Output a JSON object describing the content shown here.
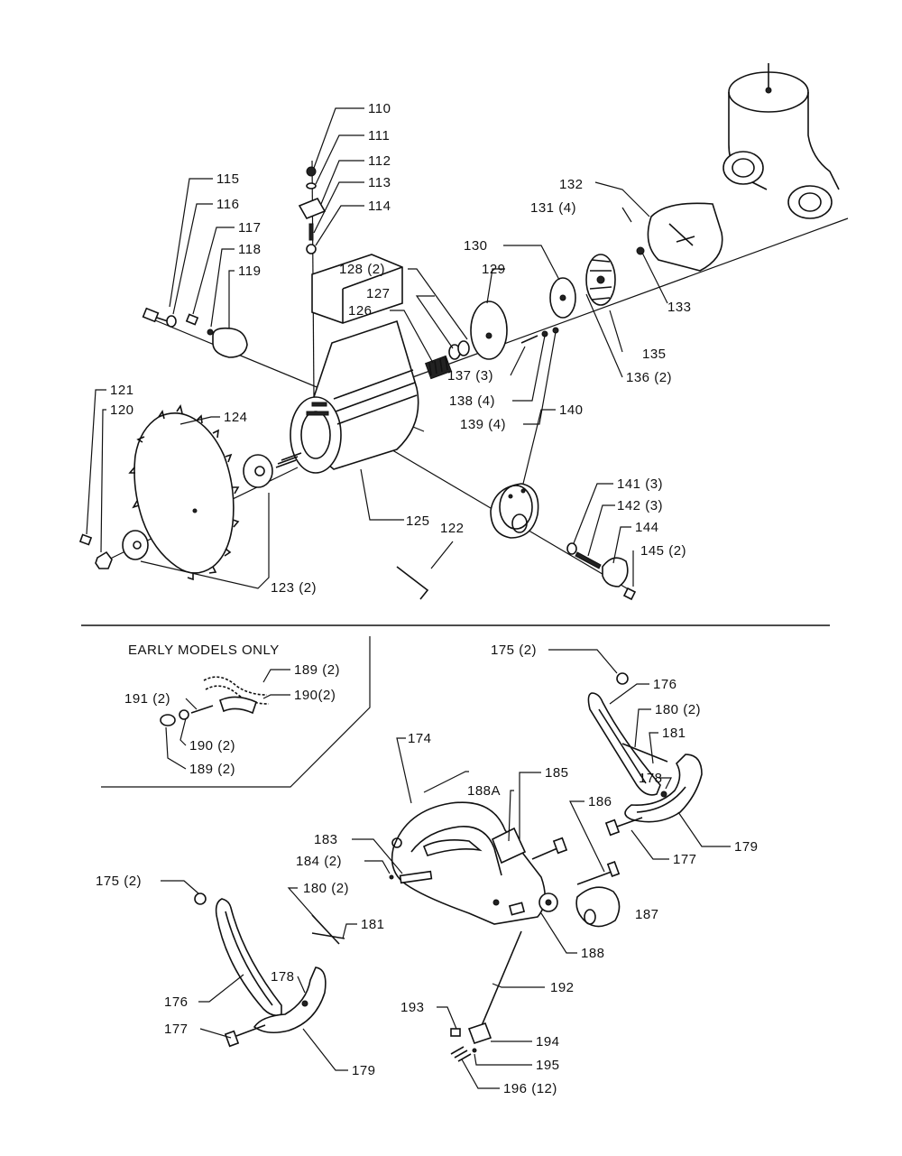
{
  "callouts_top": [
    {
      "id": "c110",
      "text": "110"
    },
    {
      "id": "c111",
      "text": "111"
    },
    {
      "id": "c112",
      "text": "112"
    },
    {
      "id": "c113",
      "text": "113"
    },
    {
      "id": "c114",
      "text": "114"
    },
    {
      "id": "c115",
      "text": "115"
    },
    {
      "id": "c116",
      "text": "116"
    },
    {
      "id": "c117",
      "text": "117"
    },
    {
      "id": "c118",
      "text": "118"
    },
    {
      "id": "c119",
      "text": "119"
    },
    {
      "id": "c120",
      "text": "120"
    },
    {
      "id": "c121",
      "text": "121"
    },
    {
      "id": "c122",
      "text": "122"
    },
    {
      "id": "c123",
      "text": "123 (2)"
    },
    {
      "id": "c124",
      "text": "124"
    },
    {
      "id": "c125",
      "text": "125"
    },
    {
      "id": "c126",
      "text": "126"
    },
    {
      "id": "c127",
      "text": "127"
    },
    {
      "id": "c128",
      "text": "128 (2)"
    },
    {
      "id": "c129",
      "text": "129"
    },
    {
      "id": "c130",
      "text": "130"
    },
    {
      "id": "c131",
      "text": "131 (4)"
    },
    {
      "id": "c132",
      "text": "132"
    },
    {
      "id": "c133",
      "text": "133"
    },
    {
      "id": "c135",
      "text": "135"
    },
    {
      "id": "c136",
      "text": "136 (2)"
    },
    {
      "id": "c137",
      "text": "137 (3)"
    },
    {
      "id": "c138",
      "text": "138 (4)"
    },
    {
      "id": "c139",
      "text": "139 (4)"
    },
    {
      "id": "c140",
      "text": "140"
    },
    {
      "id": "c141",
      "text": "141 (3)"
    },
    {
      "id": "c142",
      "text": "142 (3)"
    },
    {
      "id": "c144",
      "text": "144"
    },
    {
      "id": "c145",
      "text": "145 (2)"
    }
  ],
  "early_models": {
    "heading": "EARLY MODELS ONLY",
    "c189a": "189 (2)",
    "c190a": "190(2)",
    "c191": "191 (2)",
    "c190b": "190 (2)",
    "c189b": "189 (2)"
  },
  "callouts_bottom": [
    {
      "id": "c174",
      "text": "174"
    },
    {
      "id": "c175r",
      "text": "175 (2)"
    },
    {
      "id": "c176r",
      "text": "176"
    },
    {
      "id": "c180r",
      "text": "180 (2)"
    },
    {
      "id": "c181r",
      "text": "181"
    },
    {
      "id": "c178r",
      "text": "178"
    },
    {
      "id": "c177r",
      "text": "177"
    },
    {
      "id": "c179r",
      "text": "179"
    },
    {
      "id": "c185",
      "text": "185"
    },
    {
      "id": "c188a",
      "text": "188A"
    },
    {
      "id": "c186",
      "text": "186"
    },
    {
      "id": "c183",
      "text": "183"
    },
    {
      "id": "c184",
      "text": "184 (2)"
    },
    {
      "id": "c187",
      "text": "187"
    },
    {
      "id": "c188",
      "text": "188"
    },
    {
      "id": "c175l",
      "text": "175 (2)"
    },
    {
      "id": "c180l",
      "text": "180 (2)"
    },
    {
      "id": "c181l",
      "text": "181"
    },
    {
      "id": "c178l",
      "text": "178"
    },
    {
      "id": "c176l",
      "text": "176"
    },
    {
      "id": "c177l",
      "text": "177"
    },
    {
      "id": "c179l",
      "text": "179"
    },
    {
      "id": "c192",
      "text": "192"
    },
    {
      "id": "c193",
      "text": "193"
    },
    {
      "id": "c194",
      "text": "194"
    },
    {
      "id": "c195",
      "text": "195"
    },
    {
      "id": "c196",
      "text": "196 (12)"
    }
  ]
}
